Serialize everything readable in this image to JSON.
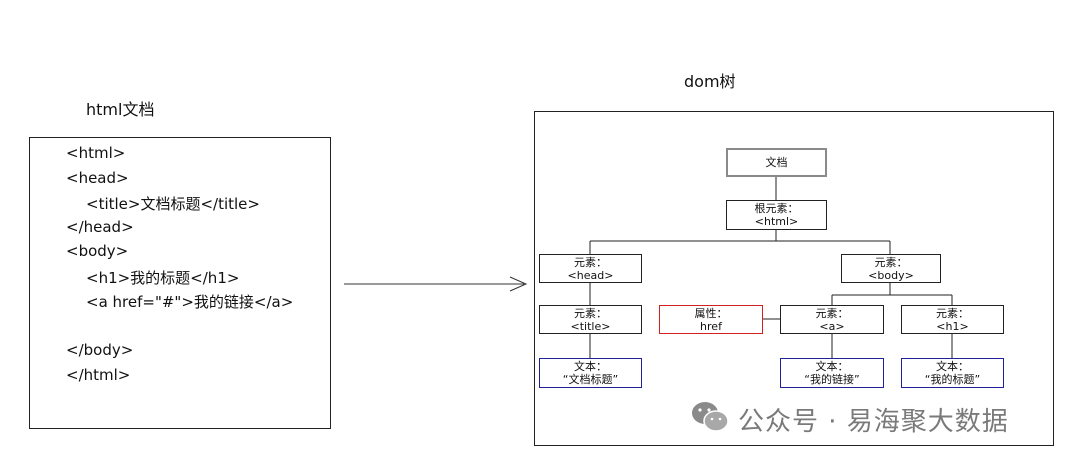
{
  "html_doc": {
    "title": "html文档",
    "lines": [
      "<html>",
      "<head>",
      "<title>文档标题</title>",
      "</head>",
      "<body>",
      "<h1>我的标题</h1>",
      "<a href=\"#\">我的链接</a>",
      "</body>",
      "</html>"
    ]
  },
  "dom_tree": {
    "title": "dom树",
    "nodes": {
      "document": {
        "l1": "文档"
      },
      "html": {
        "l1": "根元素：",
        "l2": "<html>"
      },
      "head": {
        "l1": "元素：",
        "l2": "<head>"
      },
      "body": {
        "l1": "元素：",
        "l2": "<body>"
      },
      "title": {
        "l1": "元素：",
        "l2": "<title>"
      },
      "href": {
        "l1": "属性：",
        "l2": "href"
      },
      "a": {
        "l1": "元素：",
        "l2": "<a>"
      },
      "h1": {
        "l1": "元素：",
        "l2": "<h1>"
      },
      "text_title": {
        "l1": "文本：",
        "l2": "“文档标题”"
      },
      "text_link": {
        "l1": "文本：",
        "l2": "“我的链接”"
      },
      "text_heading": {
        "l1": "文本：",
        "l2": "“我的标题”"
      }
    }
  },
  "watermark": {
    "icon": "wechat-icon",
    "text": "公众号 · 易海聚大数据"
  },
  "colors": {
    "attr_border": "#d02020",
    "text_border": "#20209a",
    "doc_border": "#8a8a8a"
  }
}
